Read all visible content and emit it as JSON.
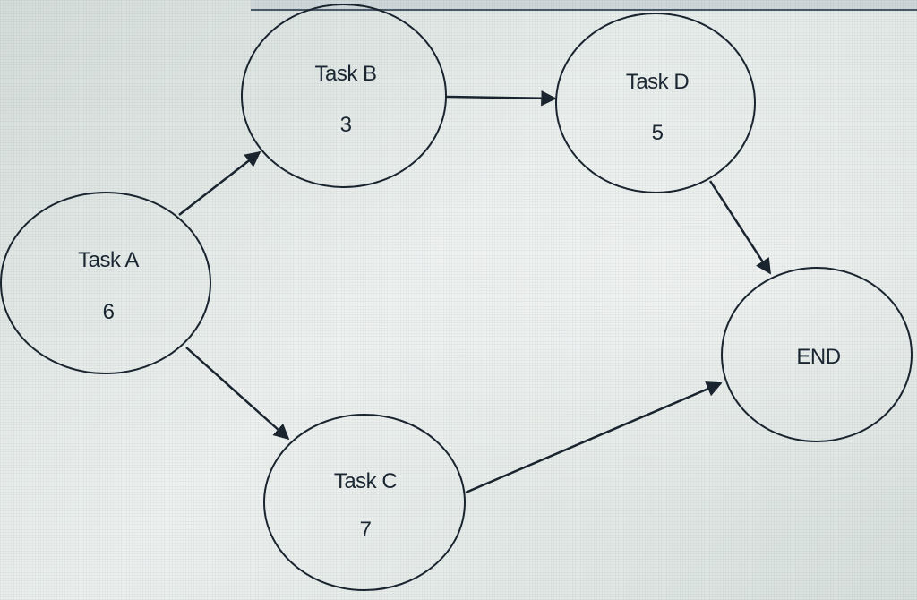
{
  "diagram": {
    "nodes": [
      {
        "id": "task-a",
        "label": "Task A",
        "value": "6"
      },
      {
        "id": "task-b",
        "label": "Task B",
        "value": "3"
      },
      {
        "id": "task-c",
        "label": "Task C",
        "value": "7"
      },
      {
        "id": "task-d",
        "label": "Task D",
        "value": "5"
      },
      {
        "id": "end",
        "label": "END"
      }
    ],
    "edges": [
      {
        "from": "Task A",
        "to": "Task B"
      },
      {
        "from": "Task A",
        "to": "Task C"
      },
      {
        "from": "Task B",
        "to": "Task D"
      },
      {
        "from": "Task D",
        "to": "END"
      },
      {
        "from": "Task C",
        "to": "END"
      }
    ]
  },
  "colors": {
    "stroke": "#1a2530",
    "text": "#1b2733",
    "background": "#dfe6e4"
  }
}
